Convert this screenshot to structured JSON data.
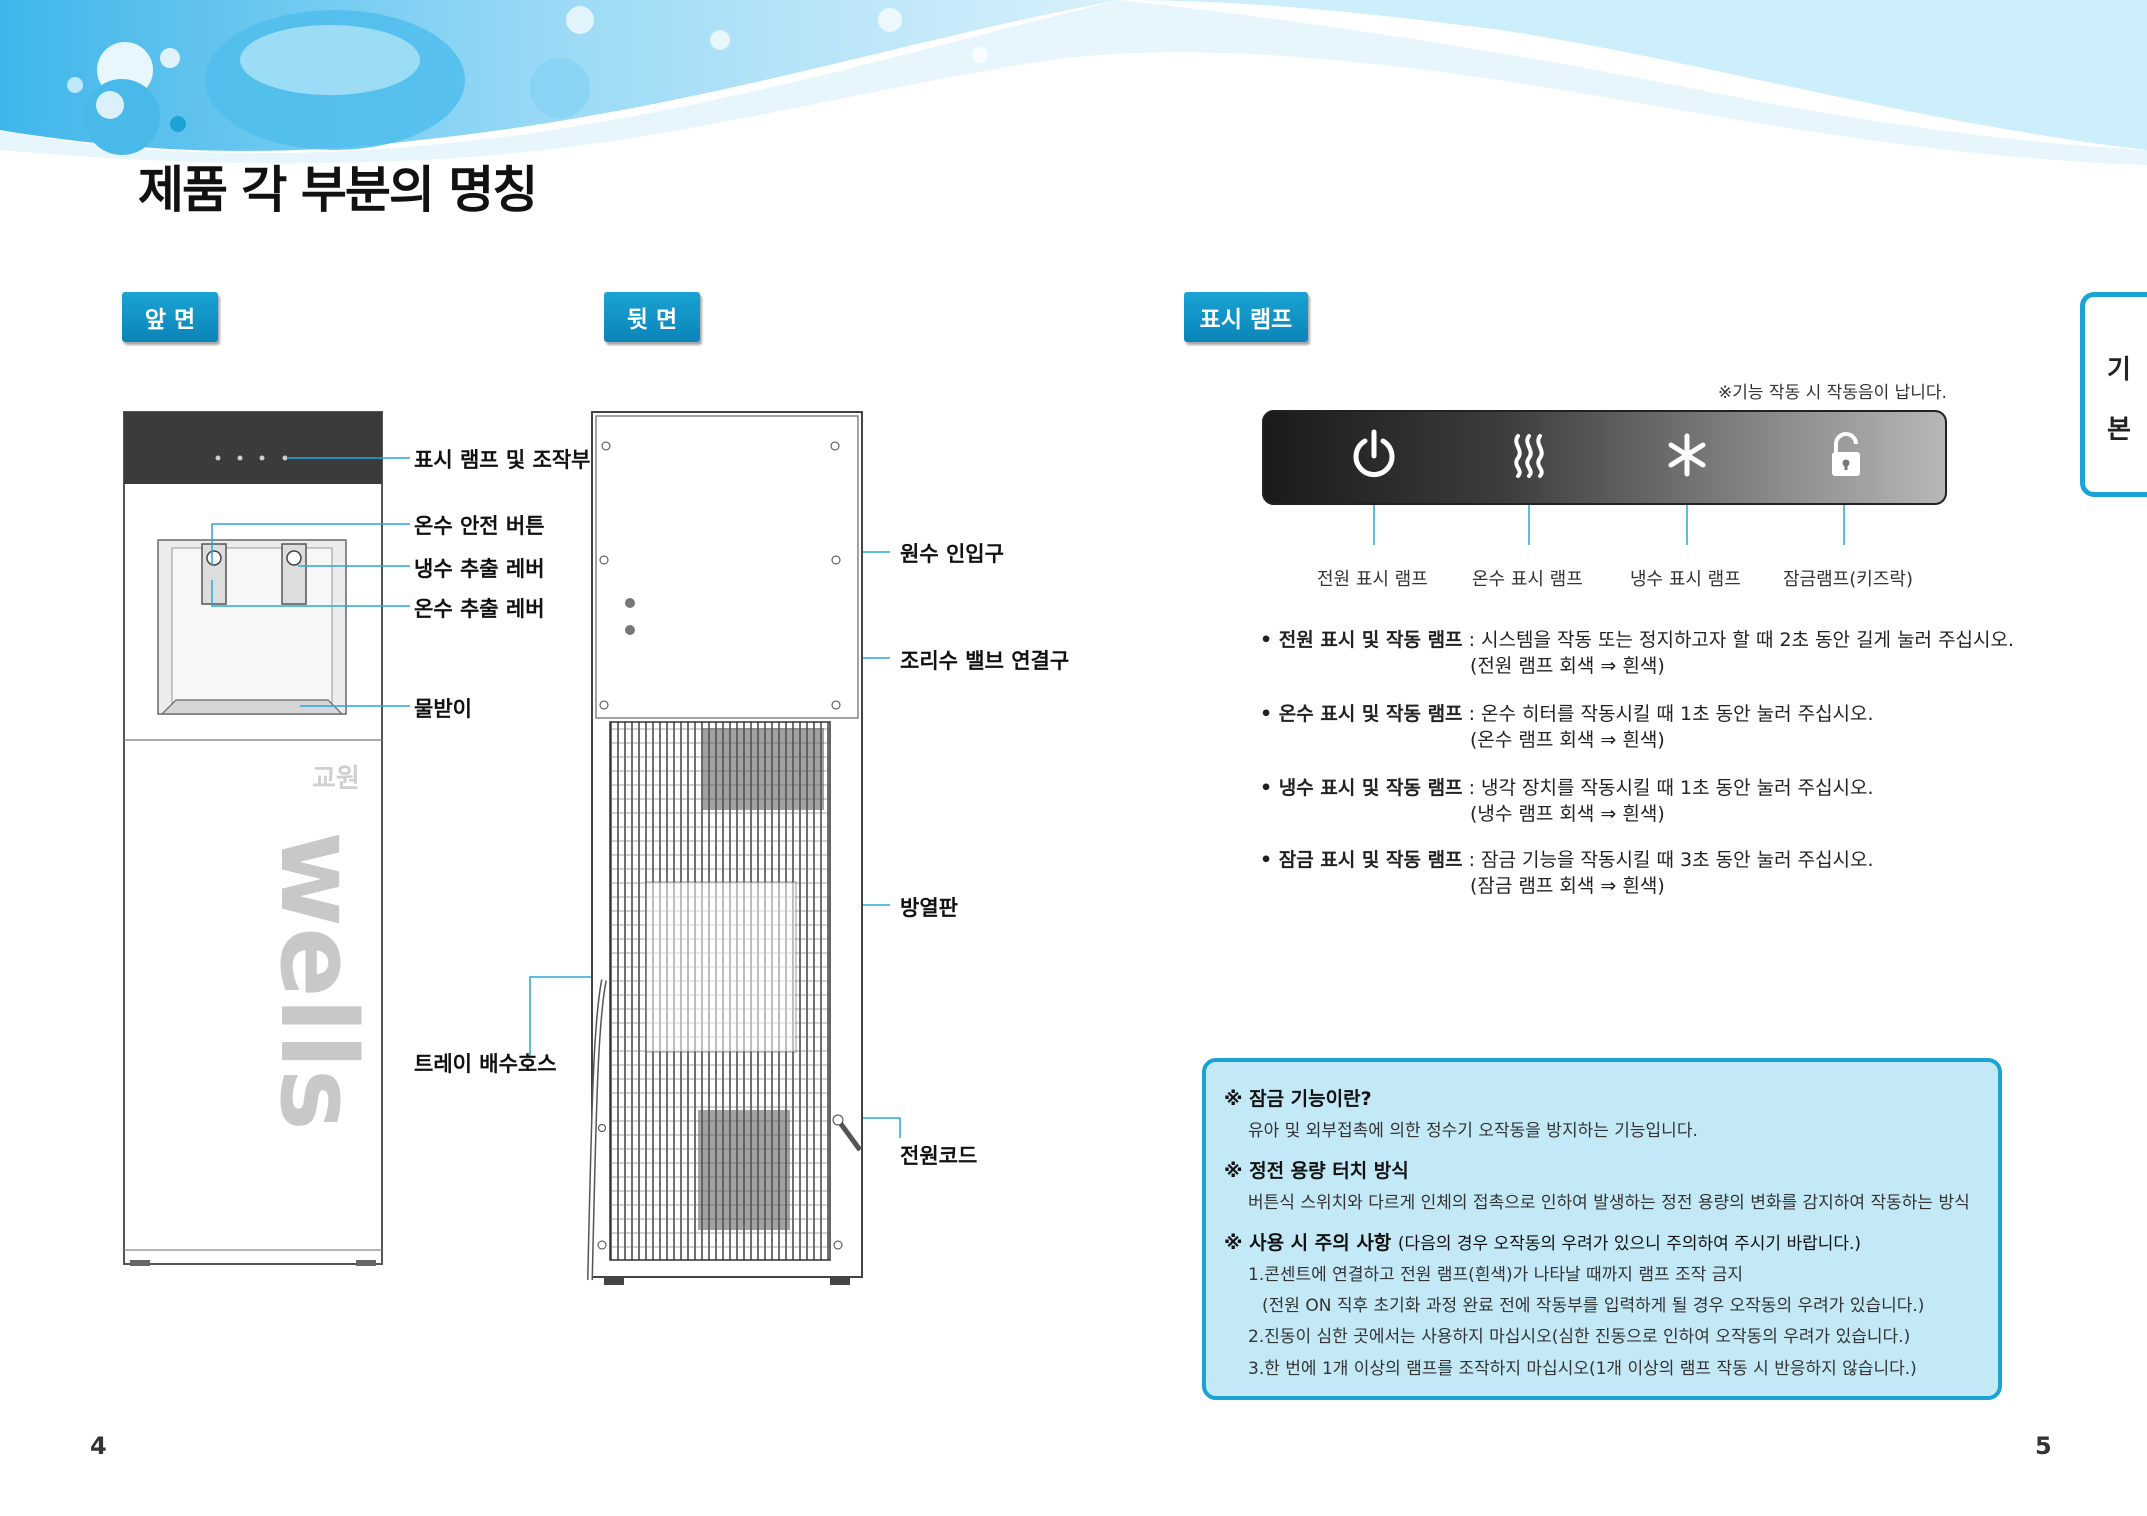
{
  "page_title": "제품 각 부분의 명칭",
  "sections": {
    "front": "앞 면",
    "back": "뒷 면",
    "lamps": "표시 램프"
  },
  "side_tab": [
    "기",
    "본"
  ],
  "front_labels": {
    "lamp_control": "표시 램프 및 조작부",
    "hot_safety": "온수 안전 버튼",
    "cold_lever": "냉수 추출 레버",
    "hot_lever": "온수 추출 레버",
    "drip_tray": "물받이",
    "brand_small": "교원",
    "brand_large": "wells"
  },
  "back_labels": {
    "water_inlet": "원수 인입구",
    "cook_valve": "조리수 밸브 연결구",
    "radiator": "방열판",
    "tray_hose": "트레이 배수호스",
    "power_cord": "전원코드"
  },
  "lamp_note": "※기능 작동 시 작동음이 납니다.",
  "lamp_icons": [
    {
      "icon": "power-icon",
      "label": "전원 표시 램프"
    },
    {
      "icon": "heat-icon",
      "label": "온수 표시 램프"
    },
    {
      "icon": "snowflake-icon",
      "label": "냉수 표시 램프"
    },
    {
      "icon": "lock-icon",
      "label": "잠금램프(키즈락)"
    }
  ],
  "bullets": [
    {
      "head": "• 전원 표시 및 작동 램프",
      "text": " : 시스템을 작동 또는 정지하고자 할 때 2초 동안 길게 눌러 주십시오.",
      "sub": "(전원 램프 회색 ⇒ 흰색)"
    },
    {
      "head": "• 온수 표시 및 작동 램프",
      "text": " : 온수 히터를 작동시킬 때 1초 동안 눌러 주십시오.",
      "sub": "(온수 램프 회색 ⇒ 흰색)"
    },
    {
      "head": "• 냉수 표시 및 작동 램프",
      "text": " : 냉각 장치를 작동시킬 때 1초 동안 눌러 주십시오.",
      "sub": "(냉수 램프 회색 ⇒ 흰색)"
    },
    {
      "head": "• 잠금 표시 및 작동 램프",
      "text": " : 잠금 기능을 작동시킬 때 3초 동안 눌러 주십시오.",
      "sub": "(잠금 램프 회색 ⇒ 흰색)"
    }
  ],
  "info_box": {
    "lock_title": "※ 잠금 기능이란?",
    "lock_text": "유아 및 외부접촉에 의한 정수기 오작동을 방지하는 기능입니다.",
    "touch_title": "※ 정전 용량 터치 방식",
    "touch_text": "버튼식 스위치와 다르게 인체의 접촉으로 인하여 발생하는 정전 용량의 변화를 감지하여 작동하는 방식",
    "caution_title": "※ 사용 시 주의 사항",
    "caution_note": "(다음의 경우 오작동의 우려가 있으니 주의하여 주시기 바랍니다.)",
    "caution_1": "1.콘센트에 연결하고 전원 램프(흰색)가 나타날 때까지 램프 조작 금지",
    "caution_1b": "(전원 ON 직후 초기화 과정 완료 전에 작동부를 입력하게 될 경우 오작동의 우려가 있습니다.)",
    "caution_2": "2.진동이 심한 곳에서는 사용하지 마십시오(심한 진동으로 인하여 오작동의 우려가 있습니다.)",
    "caution_3": "3.한 번에 1개 이상의 램프를 조작하지 마십시오(1개 이상의 램프 작동 시 반응하지 않습니다.)"
  },
  "page_numbers": {
    "left": "4",
    "right": "5"
  },
  "colors": {
    "accent": "#1aa3d4",
    "box_fill": "#c3e9f7"
  }
}
